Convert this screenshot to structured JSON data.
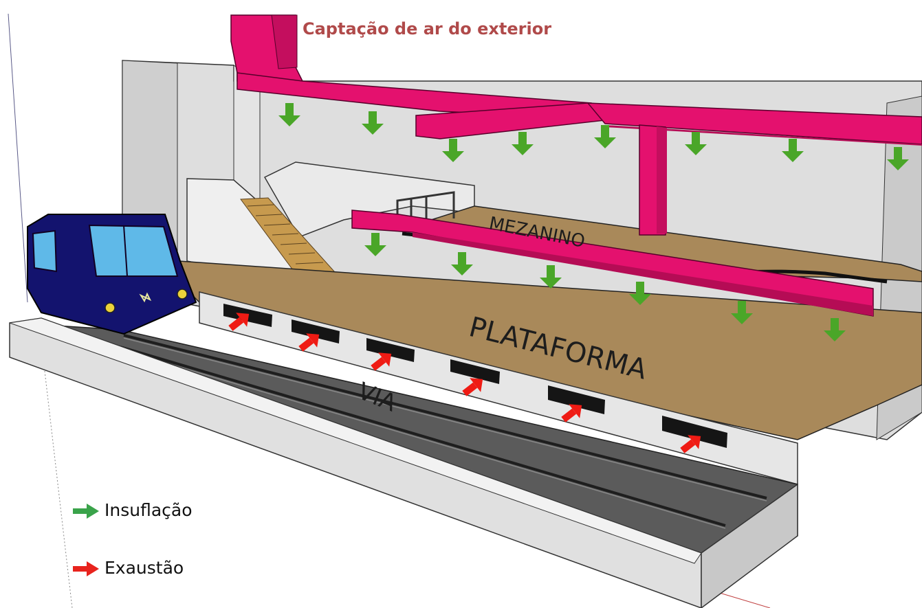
{
  "diagram": {
    "title": "Captação de ar do exterior",
    "labels": {
      "mezzanine": "MEZANINO",
      "platform": "PLATAFORMA",
      "track": "VIA"
    },
    "legend": [
      {
        "label": "Insuflação",
        "color": "#3aa34a",
        "icon": "green-arrow-icon"
      },
      {
        "label": "Exaustão",
        "color": "#e8231d",
        "icon": "red-arrow-icon"
      }
    ],
    "colors": {
      "duct": "#e4116e",
      "supply_arrow": "#4aa628",
      "exhaust_arrow": "#ef1b14",
      "train": "#13136e",
      "floor": "#a9895a",
      "wall": "#d9d9d9",
      "track": "#5b5b5b"
    }
  }
}
